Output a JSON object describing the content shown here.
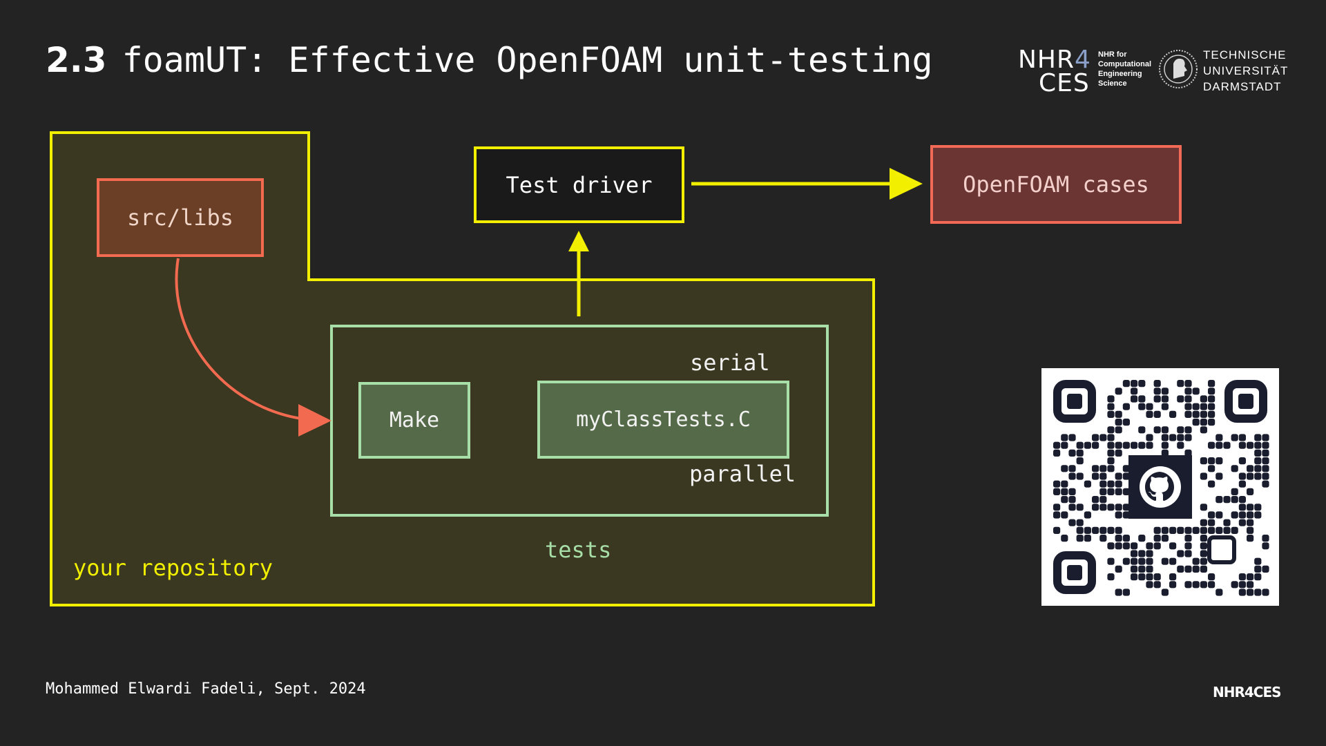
{
  "header": {
    "section_number": "2.3",
    "title": "foamUT: Effective OpenFOAM unit-testing"
  },
  "logos": {
    "nhr_line1": "NHR",
    "nhr_digit": "4",
    "nhr_line2": "CES",
    "nhr_caption": [
      "NHR for",
      "Computational",
      "Engineering",
      "Science"
    ],
    "tu_lines": [
      "TECHNISCHE",
      "UNIVERSITÄT",
      "DARMSTADT"
    ]
  },
  "diagram": {
    "src_box": "src/libs",
    "test_driver": "Test driver",
    "openfoam_cases": "OpenFOAM cases",
    "make_box": "Make",
    "tests_file": "myClassTests.C",
    "serial_label": "serial",
    "parallel_label": "parallel",
    "tests_label": "tests",
    "repo_label": "your repository"
  },
  "qr": {
    "icon": "github-icon"
  },
  "footer": {
    "author_date": "Mohammed Elwardi Fadeli, Sept. 2024",
    "brand": "NHR4CES"
  },
  "colors": {
    "background": "#232323",
    "yellow": "#f2f000",
    "orange": "#f26a4f",
    "green": "#a8dfa8",
    "repo_fill": "#3a3820"
  }
}
